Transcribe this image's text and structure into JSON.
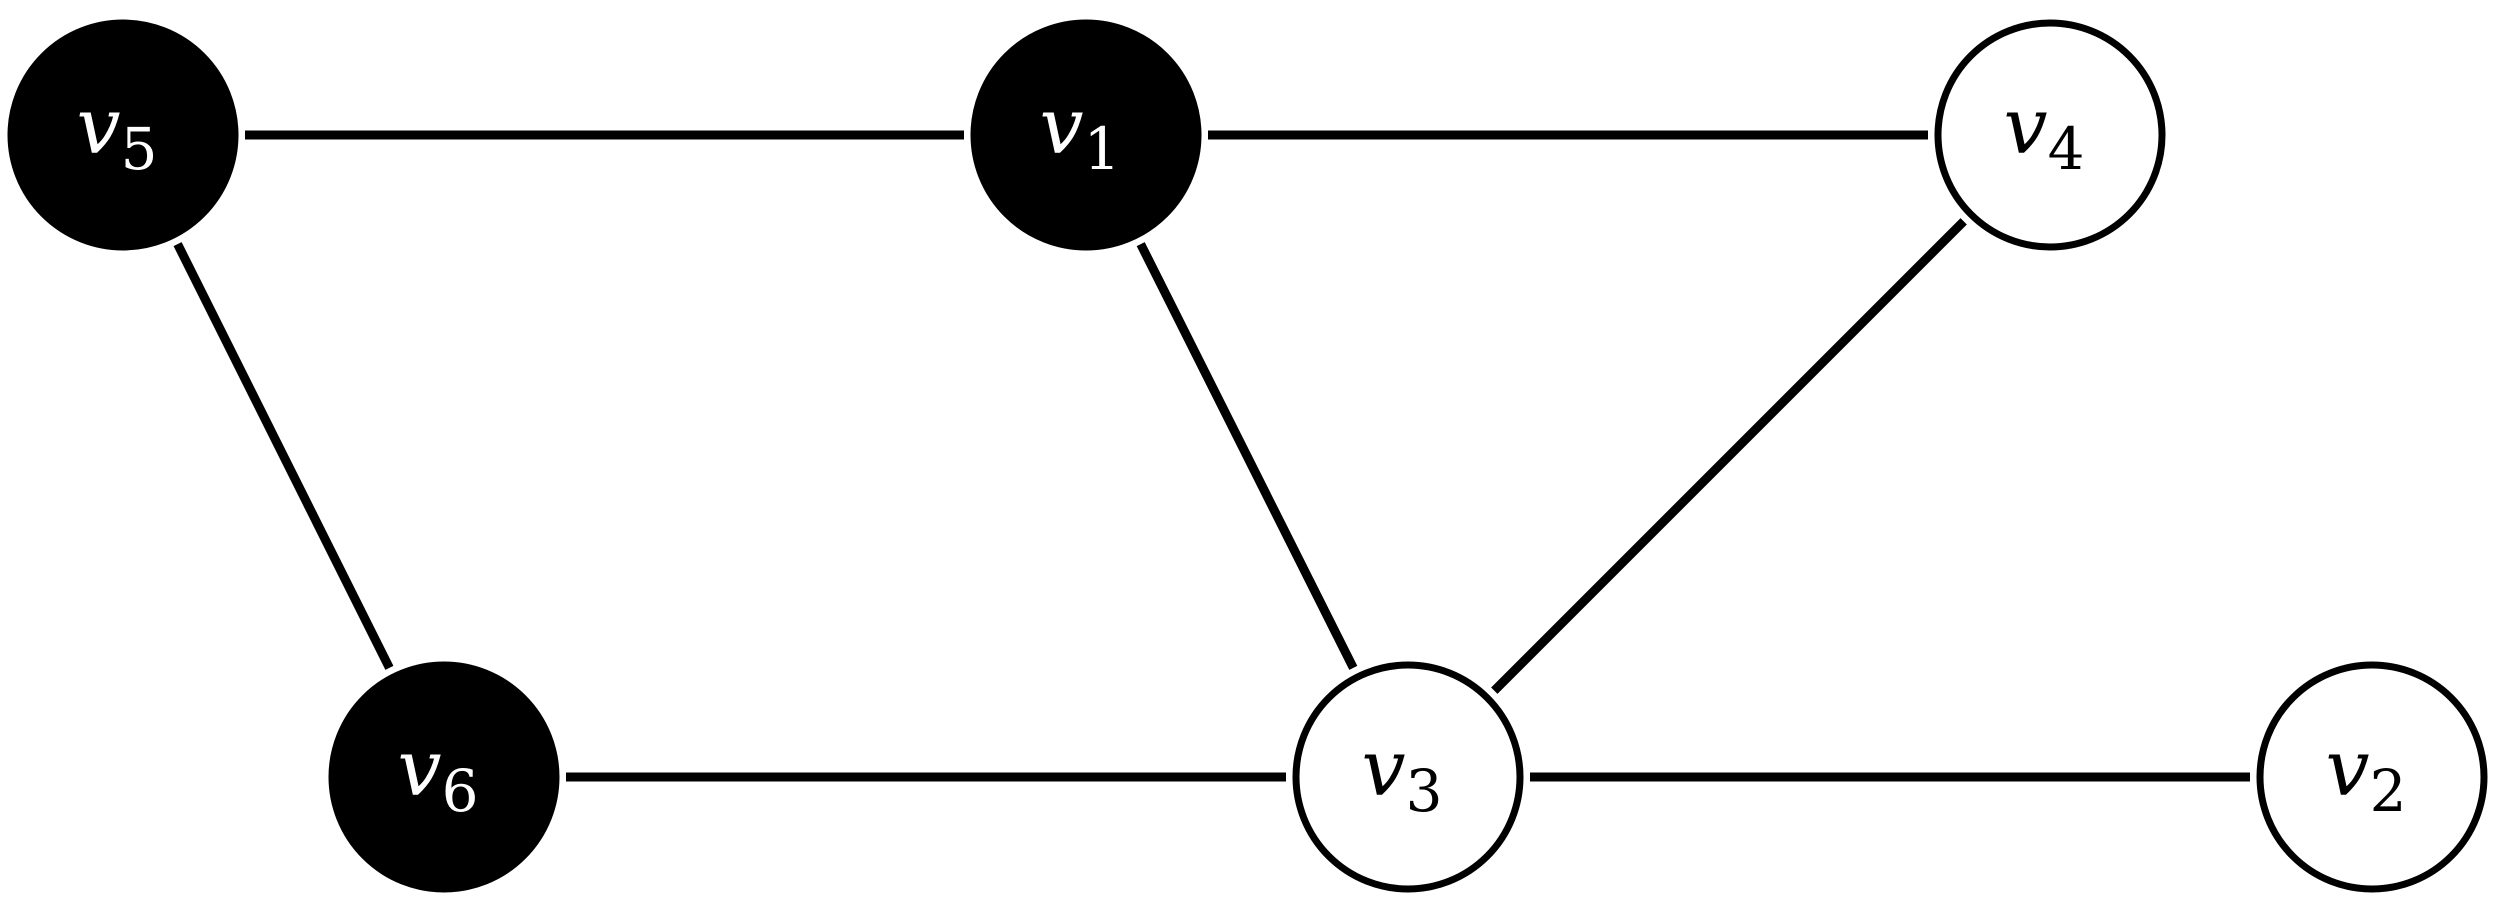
{
  "graph": {
    "nodes": [
      {
        "id": "v5",
        "letter": "v",
        "sub": "5",
        "state": "filled"
      },
      {
        "id": "v1",
        "letter": "v",
        "sub": "1",
        "state": "filled"
      },
      {
        "id": "v4",
        "letter": "v",
        "sub": "4",
        "state": "empty"
      },
      {
        "id": "v6",
        "letter": "v",
        "sub": "6",
        "state": "filled"
      },
      {
        "id": "v3",
        "letter": "v",
        "sub": "3",
        "state": "empty"
      },
      {
        "id": "v2",
        "letter": "v",
        "sub": "2",
        "state": "empty"
      }
    ],
    "edges": [
      [
        "v5",
        "v1"
      ],
      [
        "v1",
        "v4"
      ],
      [
        "v5",
        "v6"
      ],
      [
        "v1",
        "v3"
      ],
      [
        "v4",
        "v3"
      ],
      [
        "v6",
        "v3"
      ],
      [
        "v3",
        "v2"
      ]
    ]
  },
  "colors": {
    "filled": "#000000",
    "empty": "#ffffff",
    "line": "#000000"
  }
}
